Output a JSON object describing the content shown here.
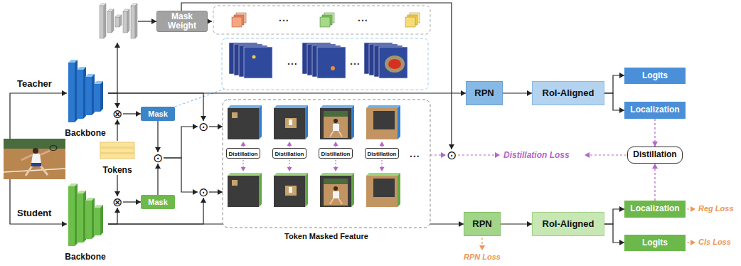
{
  "diagram": {
    "nodes": [
      {
        "text": [
          "Mask Weight"
        ]
      },
      {
        "text": [
          "Backbone"
        ]
      },
      {
        "text": [
          "⊗"
        ]
      },
      {
        "text": [
          "Mask"
        ]
      },
      {
        "text": [
          "Tokens"
        ]
      },
      {
        "text": [
          "⊗"
        ]
      },
      {
        "text": [
          "Mask"
        ]
      },
      {
        "text": [
          "Backbone"
        ]
      },
      {
        "text": [
          "⊙"
        ]
      },
      {
        "text": [
          "⊙"
        ]
      },
      {
        "text": [
          "⊙"
        ]
      },
      {
        "text": [
          "Token Masked Feature"
        ]
      },
      {
        "text": [
          "Distillation"
        ],
        "in": 11
      },
      {
        "text": [
          "Distillation"
        ],
        "in": 11
      },
      {
        "text": [
          "Distillation"
        ],
        "in": 11
      },
      {
        "text": [
          "Distillation"
        ],
        "in": 11
      },
      {
        "text": [
          "⊙"
        ]
      },
      {
        "text": [
          "RPN"
        ]
      },
      {
        "text": [
          "RoI-Aligned"
        ]
      },
      {
        "text": [
          "Logits"
        ]
      },
      {
        "text": [
          "Localization"
        ]
      },
      {
        "text": [
          "Distillation"
        ]
      },
      {
        "text": [
          "RPN"
        ]
      },
      {
        "text": [
          "RoI-Aligned"
        ]
      },
      {
        "text": [
          "Localization"
        ]
      },
      {
        "text": [
          "Logits"
        ]
      }
    ],
    "edges": [
      {
        "from": 1,
        "to": 17,
        "arrow": "to"
      },
      {
        "from": 1,
        "to": 2,
        "arrow": "to"
      },
      {
        "from": 4,
        "to": 2,
        "arrow": "to"
      },
      {
        "from": 2,
        "to": 3,
        "arrow": "to"
      },
      {
        "from": 1,
        "to": 9,
        "arrow": "to"
      },
      {
        "from": 3,
        "to": 8,
        "arrow": "to"
      },
      {
        "from": 7,
        "to": 22,
        "arrow": "to"
      },
      {
        "from": 7,
        "to": 5,
        "arrow": "to"
      },
      {
        "from": 4,
        "to": 5,
        "arrow": "to"
      },
      {
        "from": 5,
        "to": 6,
        "arrow": "to"
      },
      {
        "from": 7,
        "to": 10,
        "arrow": "to"
      },
      {
        "from": 6,
        "to": 8,
        "arrow": "to"
      },
      {
        "from": 8,
        "to": 9,
        "arrow": "to"
      },
      {
        "from": 8,
        "to": 10,
        "arrow": "to"
      },
      {
        "from": 9,
        "to": 11,
        "arrow": "to"
      },
      {
        "from": 10,
        "to": 11,
        "arrow": "to"
      },
      {
        "from": 0,
        "to": 16,
        "arrow": "to"
      },
      {
        "from": 11,
        "to": 16,
        "arrow": "to"
      },
      {
        "from": 17,
        "to": 18,
        "arrow": "to"
      },
      {
        "from": 18,
        "to": 19,
        "arrow": "to"
      },
      {
        "from": 18,
        "to": 20,
        "arrow": "to"
      },
      {
        "from": 20,
        "to": 21,
        "arrow": "to"
      },
      {
        "from": 24,
        "to": 21,
        "arrow": "to"
      },
      {
        "from": 22,
        "to": 23,
        "arrow": "to"
      },
      {
        "from": 23,
        "to": 24,
        "arrow": "to"
      },
      {
        "from": 23,
        "to": 25,
        "arrow": "to"
      }
    ],
    "labels": [
      "Teacher",
      "Student",
      "...",
      "...",
      "...",
      "...",
      "...",
      "Distillation Loss",
      "Reg Loss",
      "Cls Loss",
      "RPN Loss"
    ]
  }
}
